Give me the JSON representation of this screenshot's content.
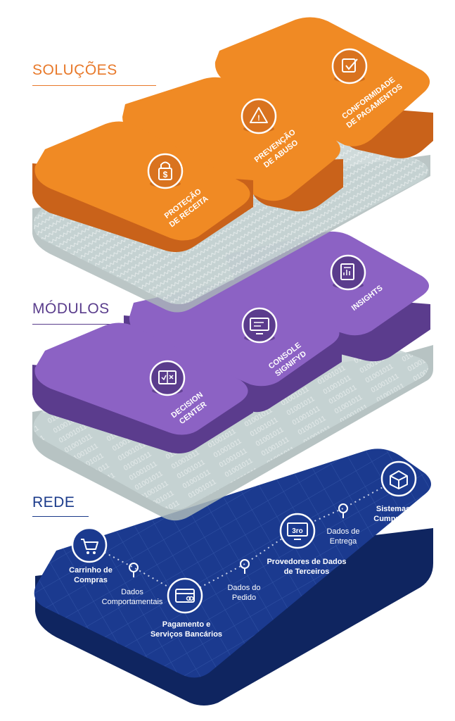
{
  "layers": {
    "solucoes": "SOLUÇÕES",
    "modulos": "MÓDULOS",
    "rede": "REDE"
  },
  "solutions": [
    {
      "line1": "PROTEÇÃO",
      "line2": "DE RECEITA",
      "icon": "dollar-lock-icon"
    },
    {
      "line1": "PREVENÇÃO",
      "line2": "DE ABUSO",
      "icon": "warning-triangle-icon"
    },
    {
      "line1": "CONFORMIDADE",
      "line2": "DE PAGAMENTOS",
      "icon": "checkbox-icon"
    }
  ],
  "modules": [
    {
      "line1": "DECISION",
      "line2": "CENTER",
      "icon": "decision-book-icon"
    },
    {
      "line1": "CONSOLE",
      "line2": "SIGNIFYD",
      "icon": "monitor-icon"
    },
    {
      "line1": "INSIGHTS",
      "line2": "",
      "icon": "report-icon"
    }
  ],
  "network": {
    "nodes": [
      {
        "line1": "Carrinho de",
        "line2": "Compras",
        "icon": "shopping-cart-icon"
      },
      {
        "line1": "Pagamento e",
        "line2": "Serviços Bancários",
        "icon": "credit-card-icon"
      },
      {
        "line1": "Provedores de Dados",
        "line2": "de Terceiros",
        "icon": "third-party-monitor-icon",
        "badge": "3ro"
      },
      {
        "line1": "Sistemas de",
        "line2": "Cumprimento",
        "icon": "box-icon"
      }
    ],
    "links": [
      {
        "line1": "Dados",
        "line2": "Comportamentais"
      },
      {
        "line1": "Dados do",
        "line2": "Pedido"
      },
      {
        "line1": "Dados de",
        "line2": "Entrega"
      }
    ]
  },
  "colors": {
    "orange": "#f08a24",
    "orange_dark": "#c9621a",
    "purple": "#8c62c4",
    "purple_dark": "#5b3c8d",
    "navy": "#1b3a8f",
    "navy_dark": "#0f2560",
    "plate": "#c9d6d6"
  }
}
